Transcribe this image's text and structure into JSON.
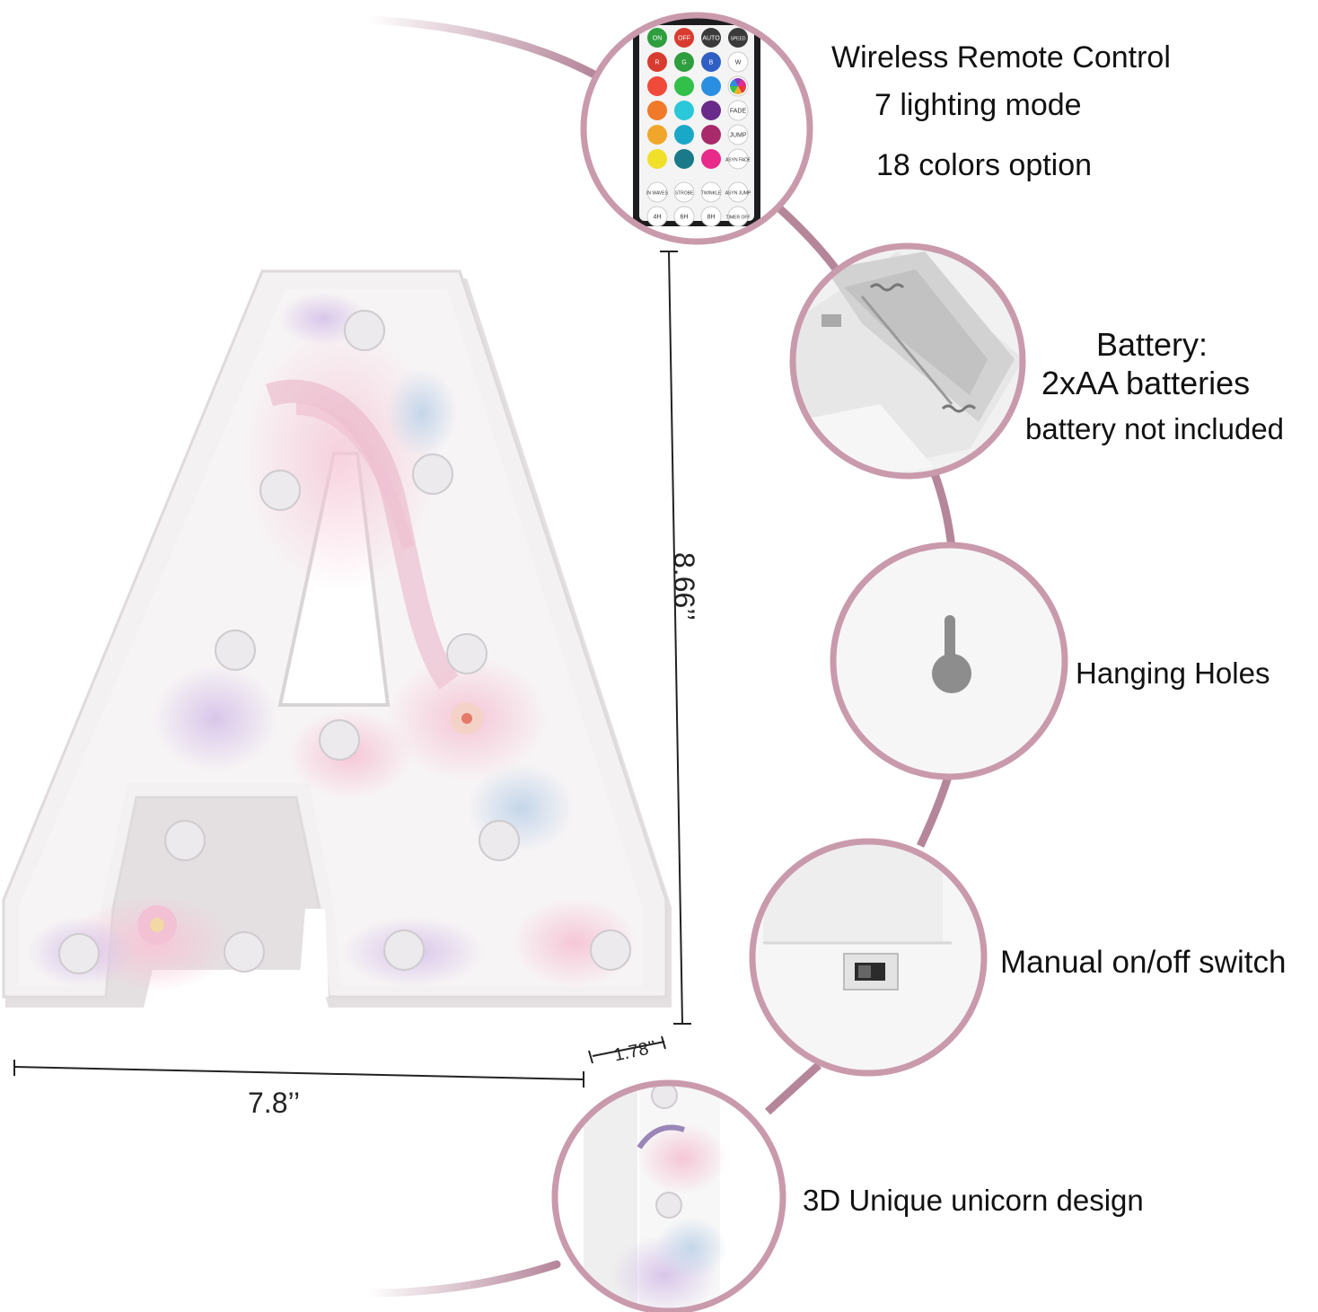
{
  "colors": {
    "arc": "#b5869a",
    "ring": "#c99aab",
    "letter_face": "#f4f1f2",
    "letter_side": "#e4e0e2",
    "dimension_line": "#222222"
  },
  "remote": {
    "buttons": [
      "ON",
      "OFF",
      "AUTO",
      "SPEED",
      "R",
      "G",
      "B",
      "W",
      "FADE",
      "JUMP",
      "ASYN FADE",
      "IN WAVES",
      "STROBE",
      "TWINKLE",
      "ASYN JUMP",
      "4H",
      "6H",
      "8H",
      "TIMER OFF"
    ]
  },
  "features": {
    "remote": {
      "title": "Wireless Remote Control",
      "line1": "7 lighting mode",
      "line2": "18 colors option"
    },
    "battery": {
      "title": "Battery:",
      "line1": "2xAA batteries",
      "line2": "battery not included"
    },
    "hanging": {
      "title": "Hanging Holes"
    },
    "switch": {
      "title": "Manual on/off switch"
    },
    "design": {
      "title": "3D Unique unicorn design"
    }
  },
  "dimensions": {
    "height": "8.66’’",
    "width": "7.8’’",
    "depth": "1.78’’"
  },
  "icons": [
    "remote-control-icon",
    "battery-compartment-icon",
    "hanging-hole-icon",
    "power-switch-icon",
    "unicorn-side-view-icon"
  ]
}
